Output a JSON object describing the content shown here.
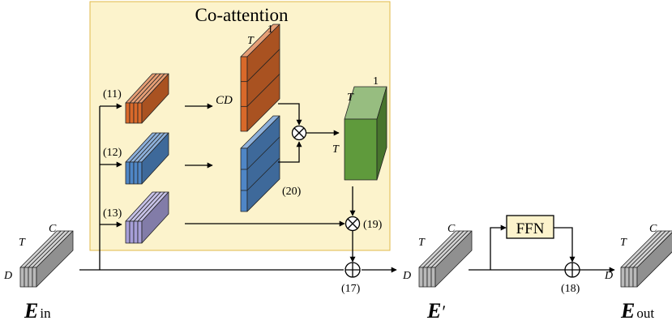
{
  "colors": {
    "panel_fill": "#fcf3cc",
    "panel_border": "#e0b94a",
    "orange": "#d9692a",
    "blue": "#4f86c6",
    "lavender": "#a79fd8",
    "green": "#5f9a3c",
    "gray": "#b9b9b9",
    "ffn_fill": "#fcf3cc"
  },
  "panel": {
    "title": "Co-attention"
  },
  "labels": {
    "eq11": "(11)",
    "eq12": "(12)",
    "eq13": "(13)",
    "eq17": "(17)",
    "eq18": "(18)",
    "eq19": "(19)",
    "eq20": "(20)",
    "cd": "CD",
    "t": "T",
    "one": "1",
    "c": "C",
    "d": "D",
    "ffn": "FFN",
    "e_in_main": "E",
    "e_in_sub": "in",
    "e_prime_main": "E",
    "e_prime_mark": "′",
    "e_out_main": "E",
    "e_out_sub": "out"
  },
  "icons": {
    "multiply": "circle-times-icon",
    "add": "circle-plus-icon",
    "arrow": "arrow-head-icon"
  }
}
